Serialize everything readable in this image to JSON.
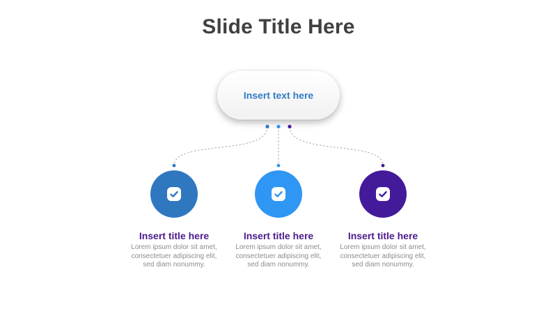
{
  "title": "Slide Title Here",
  "top_box": {
    "text": "Insert text here"
  },
  "nodes": [
    {
      "title": "Insert title here",
      "body": [
        "Lorem ipsum dolor sit amet,",
        "consectetuer adipiscing elit,",
        "sed diam nonummy."
      ],
      "color": "#2F78C0",
      "icon": "check-badge-icon"
    },
    {
      "title": "Insert title here",
      "body": [
        "Lorem ipsum dolor sit amet,",
        "consectetuer adipiscing elit,",
        "sed diam nonummy."
      ],
      "color": "#2F96F3",
      "icon": "check-badge-icon"
    },
    {
      "title": "Insert title here",
      "body": [
        "Lorem ipsum dolor sit amet,",
        "consectetuer adipiscing elit,",
        "sed diam nonummy."
      ],
      "color": "#431B9A",
      "icon": "check-badge-icon"
    }
  ],
  "colors": {
    "title": "#404040",
    "top_text": "#2F7BC5",
    "node_title": "#4B1A8C",
    "body_text": "#8C8C8C",
    "connector": "#A8A8A8"
  }
}
